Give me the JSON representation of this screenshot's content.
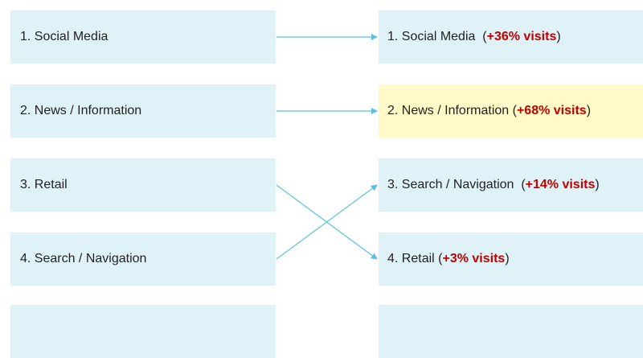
{
  "colors": {
    "box": "#dff2f8",
    "highlight": "#fffac8",
    "arrow": "#5bc0e0",
    "delta": "#c00000"
  },
  "left_items": [
    {
      "label": "1. Social Media"
    },
    {
      "label": "2. News / Information"
    },
    {
      "label": "3. Retail"
    },
    {
      "label": "4. Search / Navigation"
    },
    {
      "label": ""
    }
  ],
  "right_items": [
    {
      "label": "1. Social Media",
      "pre": "(",
      "delta": "+36% visits",
      "post": ")"
    },
    {
      "label": "2. News / Information",
      "pre": "(",
      "delta": "+68% visits",
      "post": ")"
    },
    {
      "label": "3. Search / Navigation",
      "pre": "(",
      "delta": "+14% visits",
      "post": ")"
    },
    {
      "label": "4. Retail",
      "pre": "(",
      "delta": "+3% visits",
      "post": ")"
    },
    {
      "label": "",
      "pre": "",
      "delta": "",
      "post": ""
    }
  ],
  "connections": [
    [
      0,
      0
    ],
    [
      1,
      1
    ],
    [
      2,
      3
    ],
    [
      3,
      2
    ]
  ]
}
